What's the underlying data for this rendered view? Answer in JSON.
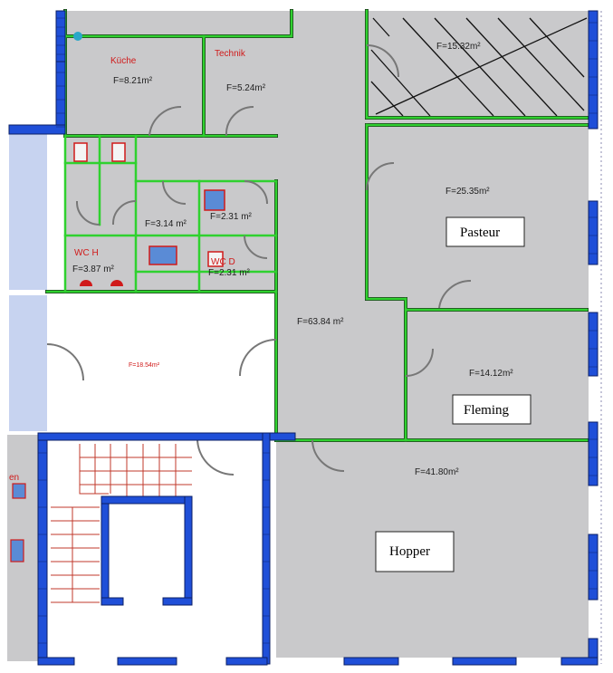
{
  "colors": {
    "room_fill": "#c9c9cb",
    "wall_green": "#2fd12f",
    "wall_dark": "#1f3a1f",
    "wall_blue": "#1f4fd8",
    "hatch": "#111111",
    "side_blue": "#c7d3f0",
    "stair_red": "#c0392b",
    "label_red": "#d01a1a"
  },
  "labels": {
    "kueche_name": "Küche",
    "kueche_area": "F=8.21m²",
    "technik_name": "Technik",
    "technik_area": "F=5.24m²",
    "hatched_area": "F=15.32m²",
    "pasteur_area": "F=25.35m²",
    "pasteur_name": "Pasteur",
    "wc_small_area": "F=3.14 m²",
    "small_a_area": "F=2.31 m²",
    "small_b_area": "F=2.31 m²",
    "wcd_name": "WC D",
    "wch_name": "WC H",
    "wch_area": "F=3.87 m²",
    "corridor_area": "F=63.84 m²",
    "lobby_area": "F=18.54m²",
    "fleming_area": "F=14.12m²",
    "fleming_name": "Fleming",
    "hopper_area": "F=41.80m²",
    "hopper_name": "Hopper",
    "cut_label": "en"
  }
}
